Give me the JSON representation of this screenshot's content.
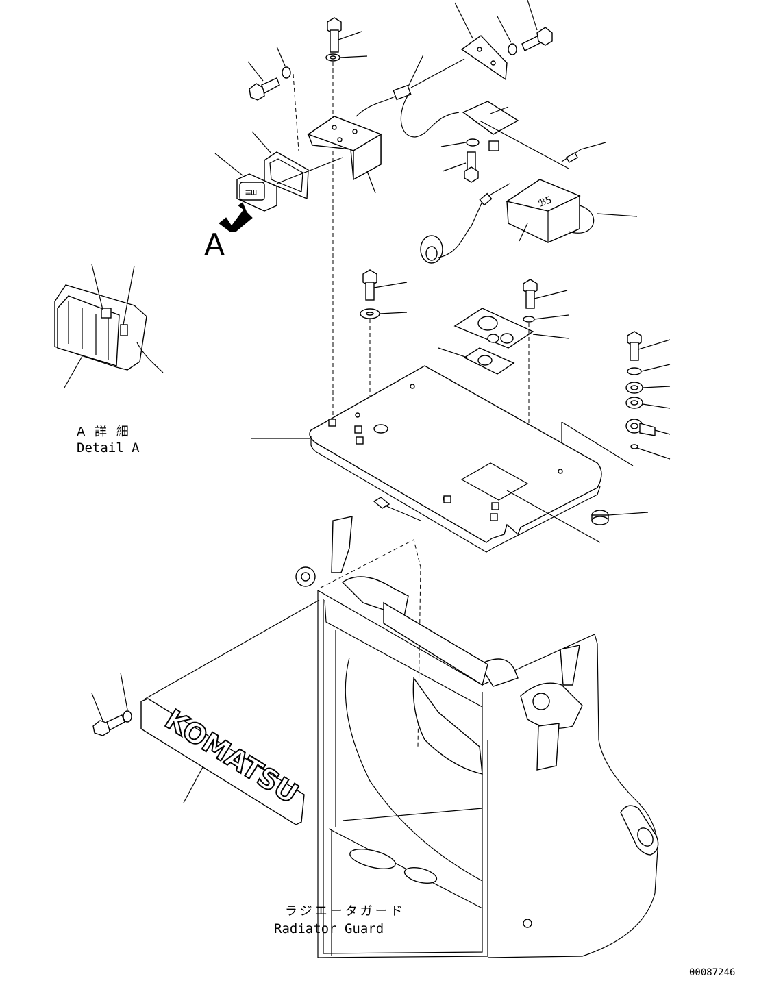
{
  "view_marker": "A",
  "detail": {
    "title_jp": "A 詳 細",
    "title_en": "Detail A"
  },
  "assembly": {
    "name_jp": "ラジエータガード",
    "name_en": "Radiator Guard"
  },
  "logo_text": "KOMATSU",
  "drawing_number": "00087246"
}
